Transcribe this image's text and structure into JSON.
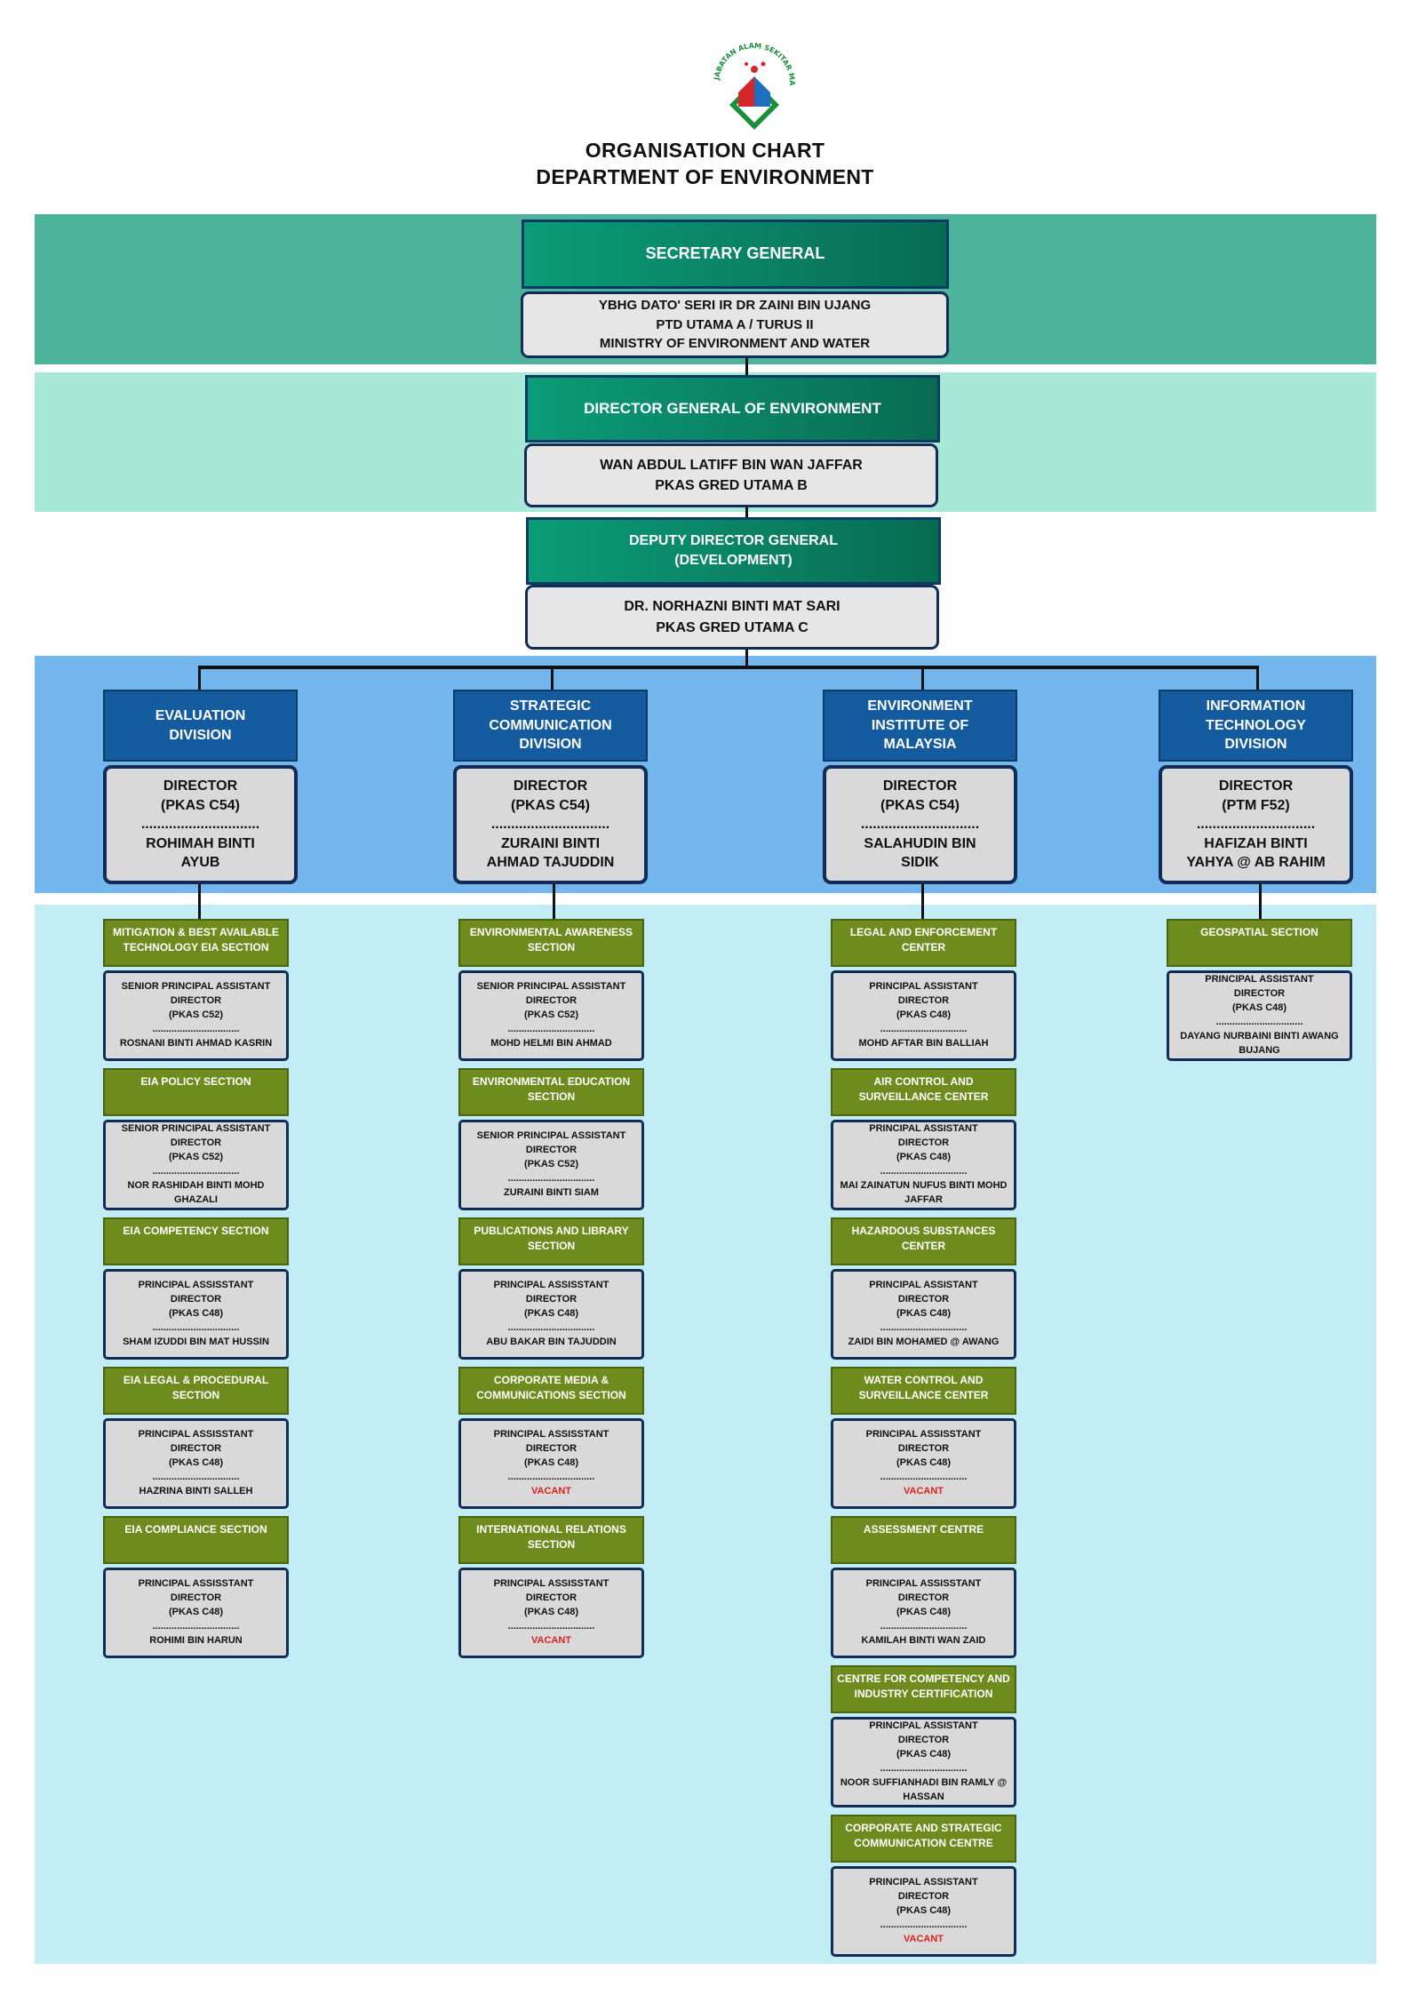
{
  "title": {
    "line1": "ORGANISATION CHART",
    "line2": "DEPARTMENT OF ENVIRONMENT",
    "logo_text": "JABATAN ALAM SEKITAR MALAYSIA"
  },
  "colors": {
    "band_secretary": "#4db39b",
    "band_dg": "#a8e8d6",
    "band_divisions": "#74b6ee",
    "band_sections": "#c2edf5",
    "title_green": "#0a9c78",
    "division_blue": "#155b9f",
    "section_green": "#6e8b1e",
    "vacant_red": "#e02020"
  },
  "secretary_general": {
    "title": "SECRETARY GENERAL",
    "name": "YBHG DATO' SERI IR DR ZAINI BIN UJANG",
    "grade": "PTD UTAMA A / TURUS II",
    "ministry": "MINISTRY OF ENVIRONMENT AND WATER"
  },
  "director_general": {
    "title": "DIRECTOR GENERAL OF ENVIRONMENT",
    "name": "WAN ABDUL LATIFF BIN WAN JAFFAR",
    "grade": "PKAS GRED UTAMA B"
  },
  "deputy_director_general": {
    "title_line1": "DEPUTY DIRECTOR GENERAL",
    "title_line2": "(DEVELOPMENT)",
    "name": "DR. NORHAZNI BINTI MAT SARI",
    "grade": "PKAS GRED UTAMA C"
  },
  "divisions": [
    {
      "head_line1": "EVALUATION",
      "head_line2": "DIVISION",
      "head_line3": "",
      "role": "DIRECTOR",
      "grade": "(PKAS C54)",
      "dots": "..............................",
      "name_line1": "ROHIMAH BINTI",
      "name_line2": "AYUB",
      "sections": [
        {
          "title": "MITIGATION & BEST AVAILABLE TECHNOLOGY EIA SECTION",
          "role_line1": "SENIOR PRINCIPAL ASSISTANT",
          "role_line2": "DIRECTOR",
          "grade": "(PKAS C52)",
          "dots": "................................",
          "name": "ROSNANI BINTI AHMAD KASRIN",
          "vacant": false
        },
        {
          "title": "EIA POLICY SECTION",
          "role_line1": "SENIOR PRINCIPAL ASSISTANT",
          "role_line2": "DIRECTOR",
          "grade": "(PKAS C52)",
          "dots": "................................",
          "name": "NOR RASHIDAH BINTI MOHD GHAZALI",
          "vacant": false
        },
        {
          "title": "EIA COMPETENCY SECTION",
          "role_line1": "PRINCIPAL ASSISSTANT",
          "role_line2": "DIRECTOR",
          "grade": "(PKAS C48)",
          "dots": "................................",
          "name": "SHAM IZUDDI BIN MAT HUSSIN",
          "vacant": false
        },
        {
          "title": "EIA LEGAL & PROCEDURAL SECTION",
          "role_line1": "PRINCIPAL ASSISSTANT",
          "role_line2": "DIRECTOR",
          "grade": "(PKAS C48)",
          "dots": "................................",
          "name": "HAZRINA BINTI SALLEH",
          "vacant": false
        },
        {
          "title": "EIA COMPLIANCE SECTION",
          "role_line1": "PRINCIPAL ASSISSTANT",
          "role_line2": "DIRECTOR",
          "grade": "(PKAS C48)",
          "dots": "................................",
          "name": "ROHIMI BIN HARUN",
          "vacant": false
        }
      ]
    },
    {
      "head_line1": "STRATEGIC",
      "head_line2": "COMMUNICATION",
      "head_line3": "DIVISION",
      "role": "DIRECTOR",
      "grade": "(PKAS C54)",
      "dots": "..............................",
      "name_line1": "ZURAINI BINTI",
      "name_line2": "AHMAD TAJUDDIN",
      "sections": [
        {
          "title": "ENVIRONMENTAL AWARENESS SECTION",
          "role_line1": "SENIOR PRINCIPAL ASSISTANT",
          "role_line2": "DIRECTOR",
          "grade": "(PKAS C52)",
          "dots": "................................",
          "name": "MOHD HELMI BIN AHMAD",
          "vacant": false
        },
        {
          "title": "ENVIRONMENTAL EDUCATION SECTION",
          "role_line1": "SENIOR PRINCIPAL ASSISTANT",
          "role_line2": "DIRECTOR",
          "grade": "(PKAS C52)",
          "dots": "................................",
          "name": "ZURAINI BINTI SIAM",
          "vacant": false
        },
        {
          "title": "PUBLICATIONS AND LIBRARY SECTION",
          "role_line1": "PRINCIPAL ASSISSTANT",
          "role_line2": "DIRECTOR",
          "grade": "(PKAS C48)",
          "dots": "................................",
          "name": "ABU BAKAR BIN TAJUDDIN",
          "vacant": false
        },
        {
          "title": "CORPORATE MEDIA & COMMUNICATIONS SECTION",
          "role_line1": "PRINCIPAL ASSISSTANT",
          "role_line2": "DIRECTOR",
          "grade": "(PKAS C48)",
          "dots": "................................",
          "name": "VACANT",
          "vacant": true
        },
        {
          "title": "INTERNATIONAL RELATIONS SECTION",
          "role_line1": "PRINCIPAL ASSISSTANT",
          "role_line2": "DIRECTOR",
          "grade": "(PKAS C48)",
          "dots": "................................",
          "name": "VACANT",
          "vacant": true
        }
      ]
    },
    {
      "head_line1": "ENVIRONMENT",
      "head_line2": "INSTITUTE OF",
      "head_line3": "MALAYSIA",
      "role": "DIRECTOR",
      "grade": "(PKAS C54)",
      "dots": "..............................",
      "name_line1": "SALAHUDIN BIN",
      "name_line2": "SIDIK",
      "sections": [
        {
          "title": "LEGAL AND ENFORCEMENT CENTER",
          "role_line1": "PRINCIPAL ASSISTANT",
          "role_line2": "DIRECTOR",
          "grade": "(PKAS C48)",
          "dots": "................................",
          "name": "MOHD AFTAR BIN BALLIAH",
          "vacant": false
        },
        {
          "title": "AIR CONTROL AND SURVEILLANCE CENTER",
          "role_line1": "PRINCIPAL ASSISTANT",
          "role_line2": "DIRECTOR",
          "grade": "(PKAS C48)",
          "dots": "................................",
          "name": "MAI ZAINATUN NUFUS BINTI MOHD JAFFAR",
          "vacant": false
        },
        {
          "title": "HAZARDOUS SUBSTANCES CENTER",
          "role_line1": "PRINCIPAL ASSISTANT",
          "role_line2": "DIRECTOR",
          "grade": "(PKAS C48)",
          "dots": "................................",
          "name": "ZAIDI BIN MOHAMED @ AWANG",
          "vacant": false
        },
        {
          "title": "WATER CONTROL AND SURVEILLANCE CENTER",
          "role_line1": "PRINCIPAL ASSISSTANT",
          "role_line2": "DIRECTOR",
          "grade": "(PKAS C48)",
          "dots": "................................",
          "name": "VACANT",
          "vacant": true
        },
        {
          "title": "ASSESSMENT CENTRE",
          "role_line1": "PRINCIPAL ASSISSTANT",
          "role_line2": "DIRECTOR",
          "grade": "(PKAS C48)",
          "dots": "................................",
          "name": "KAMILAH BINTI WAN ZAID",
          "vacant": false
        },
        {
          "title": "CENTRE FOR COMPETENCY AND INDUSTRY CERTIFICATION",
          "role_line1": "PRINCIPAL ASSISTANT",
          "role_line2": "DIRECTOR",
          "grade": "(PKAS C48)",
          "dots": "................................",
          "name": "NOOR SUFFIANHADI BIN RAMLY @ HASSAN",
          "vacant": false
        },
        {
          "title": "CORPORATE AND STRATEGIC COMMUNICATION CENTRE",
          "role_line1": "PRINCIPAL ASSISTANT",
          "role_line2": "DIRECTOR",
          "grade": "(PKAS C48)",
          "dots": "................................",
          "name": "VACANT",
          "vacant": true
        }
      ]
    },
    {
      "head_line1": "INFORMATION",
      "head_line2": "TECHNOLOGY",
      "head_line3": "DIVISION",
      "role": "DIRECTOR",
      "grade": "(PTM F52)",
      "dots": "..............................",
      "name_line1": "HAFIZAH BINTI",
      "name_line2": "YAHYA @ AB RAHIM",
      "sections": [
        {
          "title": "GEOSPATIAL SECTION",
          "role_line1": "PRINCIPAL ASSISTANT",
          "role_line2": "DIRECTOR",
          "grade": "(PKAS C48)",
          "dots": "................................",
          "name": "DAYANG NURBAINI BINTI AWANG BUJANG",
          "vacant": false
        }
      ]
    }
  ]
}
